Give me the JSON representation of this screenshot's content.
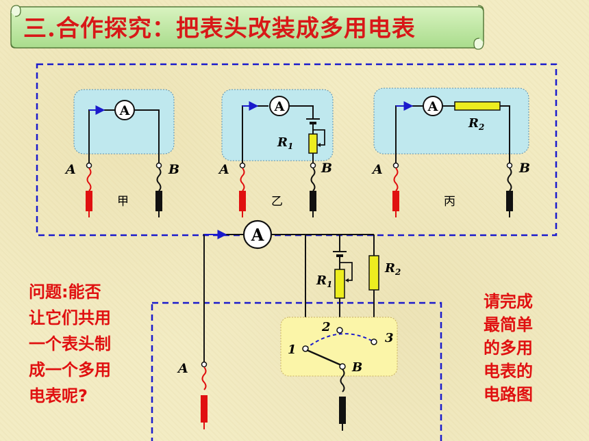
{
  "title": "三.合作探究：把表头改装成多用电表",
  "meter_symbol": "A",
  "terminals": {
    "a": "A",
    "b": "B"
  },
  "resistor_labels": {
    "r1": "R",
    "r1_sub": "1",
    "r2": "R",
    "r2_sub": "2"
  },
  "circuit_names": {
    "jia": "甲",
    "yi": "乙",
    "bing": "丙"
  },
  "switch_positions": {
    "p1": "1",
    "p2": "2",
    "p3": "3"
  },
  "question_lines": [
    "问题:能否",
    "让它们共用",
    "一个表头制",
    "成一个多用",
    "电表呢?"
  ],
  "task_lines": [
    "请完成",
    "最简单",
    "的多用",
    "电表的",
    "电路图"
  ],
  "colors": {
    "title_red": "#d81818",
    "frame_blue": "#1a1acc",
    "panel_cyan": "#bfe8ee",
    "switch_panel": "#fbf5a8",
    "resistor_yellow": "#eded20",
    "probe_red": "#e01010",
    "probe_black": "#111111"
  }
}
